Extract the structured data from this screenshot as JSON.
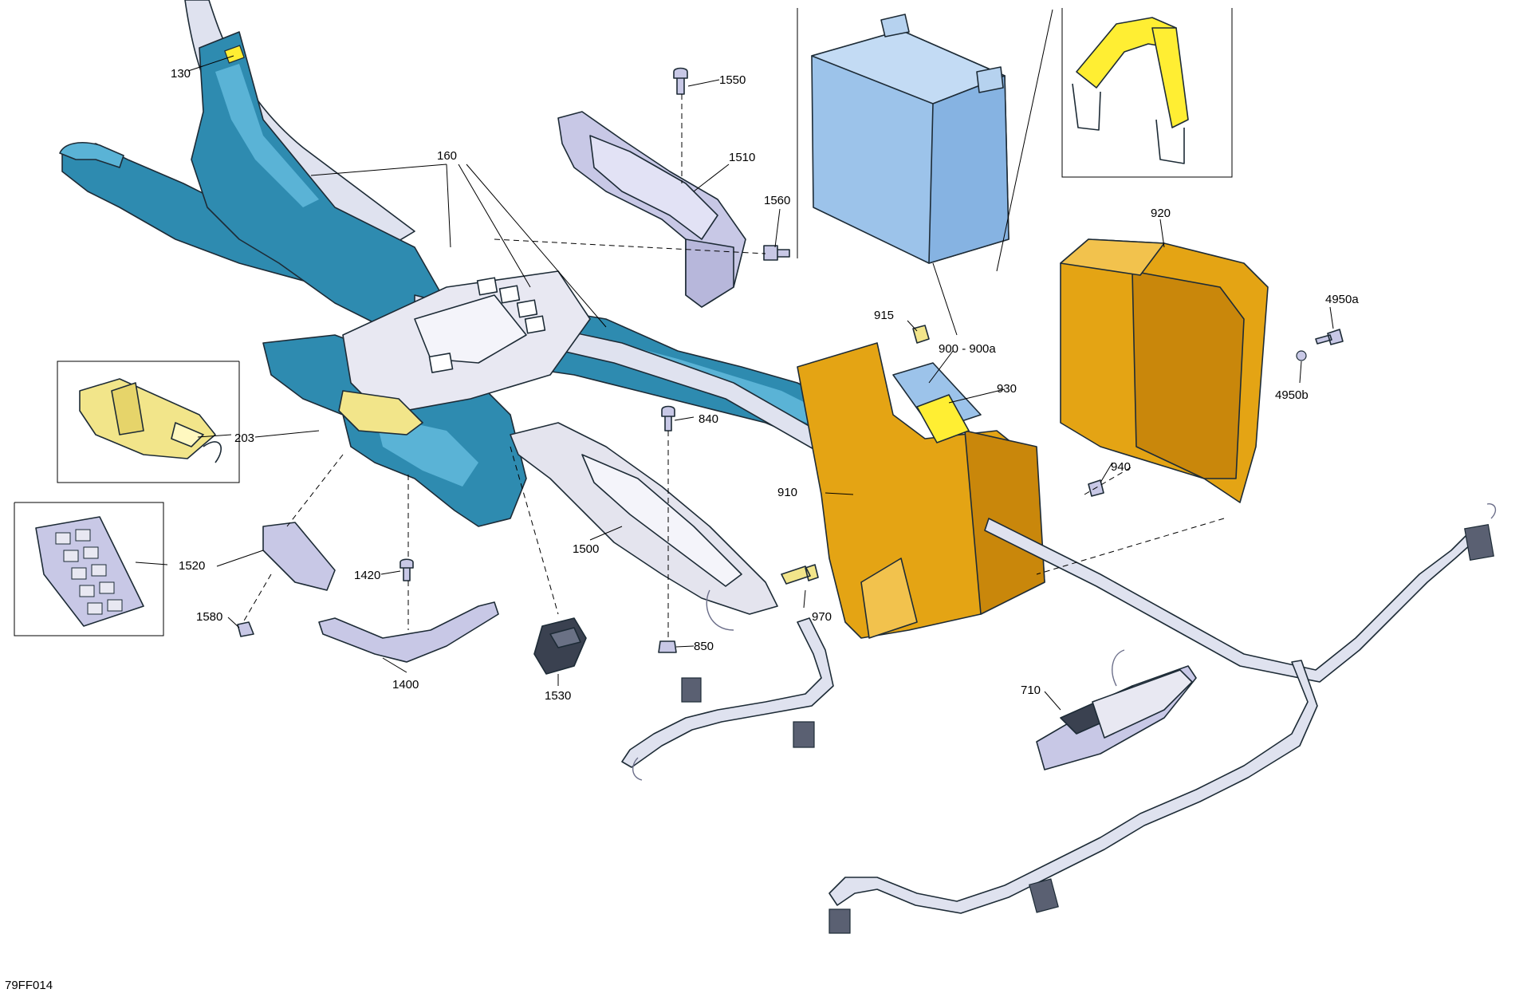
{
  "diagram_code": "79FF014",
  "colors": {
    "frame": "#2e8bb0",
    "frame_light": "#5ab3d6",
    "battery": "#9cc3ea",
    "box": "#e4a414",
    "box_dark": "#c9870b",
    "strap": "#ffee33",
    "connector": "#f2e58a",
    "harness": "#dfe2ef",
    "module": "#e8e8f2",
    "cover": "#c8c8e6"
  },
  "parts": [
    {
      "id": "p130",
      "label": "130",
      "name": "clip"
    },
    {
      "id": "p160",
      "label": "160",
      "name": "frame"
    },
    {
      "id": "p203",
      "label": "203",
      "name": "connector"
    },
    {
      "id": "p1550",
      "label": "1550",
      "name": "screw"
    },
    {
      "id": "p1510",
      "label": "1510",
      "name": "fuse-cover"
    },
    {
      "id": "p1560",
      "label": "1560",
      "name": "push-rivet"
    },
    {
      "id": "p840",
      "label": "840",
      "name": "screw"
    },
    {
      "id": "p1500",
      "label": "1500",
      "name": "harness-holder"
    },
    {
      "id": "p1520",
      "label": "1520",
      "name": "fuse-holder"
    },
    {
      "id": "p1420",
      "label": "1420",
      "name": "screw"
    },
    {
      "id": "p1580",
      "label": "1580",
      "name": "rivet"
    },
    {
      "id": "p1400",
      "label": "1400",
      "name": "bracket"
    },
    {
      "id": "p1530",
      "label": "1530",
      "name": "relay"
    },
    {
      "id": "p850",
      "label": "850",
      "name": "nut"
    },
    {
      "id": "p970",
      "label": "970",
      "name": "bolt"
    },
    {
      "id": "p915",
      "label": "915",
      "name": "plug"
    },
    {
      "id": "p900",
      "label": "900 - 900a",
      "name": "battery"
    },
    {
      "id": "p930",
      "label": "930",
      "name": "strap"
    },
    {
      "id": "p910",
      "label": "910",
      "name": "battery-box"
    },
    {
      "id": "p940",
      "label": "940",
      "name": "nut"
    },
    {
      "id": "p920",
      "label": "920",
      "name": "battery-cover"
    },
    {
      "id": "p4950a",
      "label": "4950a",
      "name": "screw"
    },
    {
      "id": "p4950b",
      "label": "4950b",
      "name": "washer"
    },
    {
      "id": "p710",
      "label": "710",
      "name": "tail-light"
    }
  ]
}
